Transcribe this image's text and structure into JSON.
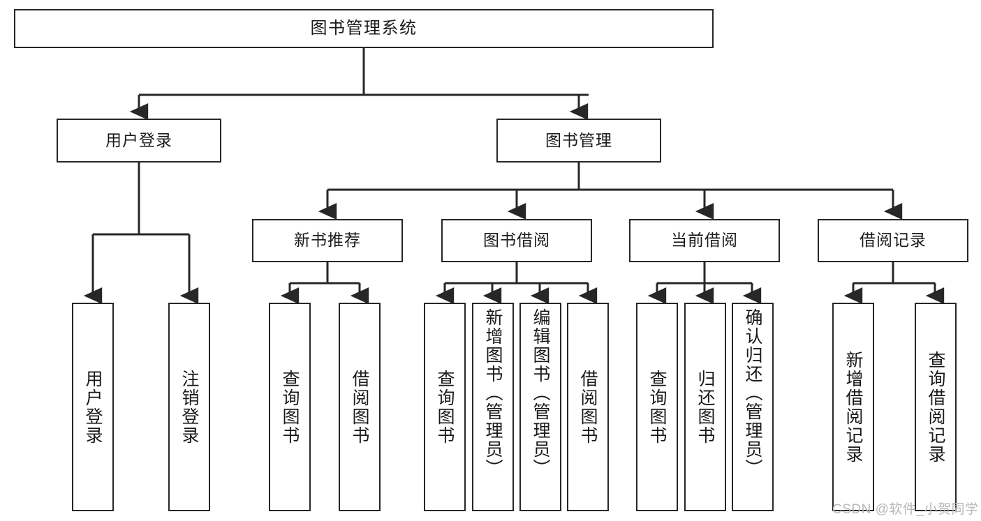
{
  "diagram": {
    "title": "图书管理系统",
    "type": "tree-hierarchy-diagram",
    "style": {
      "box_border_color": "#272727",
      "box_fill_color": "#ffffff",
      "connector_color": "#272727",
      "background_color": "#ffffff",
      "text_color": "#1a1a1a",
      "watermark_color": "#b9b9b9"
    },
    "root": {
      "label": "图书管理系统"
    },
    "level1": [
      {
        "label": "用户登录"
      },
      {
        "label": "图书管理"
      }
    ],
    "level2": [
      {
        "label": "新书推荐"
      },
      {
        "label": "图书借阅"
      },
      {
        "label": "当前借阅"
      },
      {
        "label": "借阅记录"
      }
    ],
    "leaves": {
      "user_login": [
        {
          "label": "用户登录"
        },
        {
          "label": "注销登录"
        }
      ],
      "new_book_recommend": [
        {
          "label": "查询图书"
        },
        {
          "label": "借阅图书"
        }
      ],
      "book_borrow": [
        {
          "label": "查询图书"
        },
        {
          "label": "新增图书（管理员）"
        },
        {
          "label": "编辑图书（管理员）"
        },
        {
          "label": "借阅图书"
        }
      ],
      "current_borrow": [
        {
          "label": "查询图书"
        },
        {
          "label": "归还图书"
        },
        {
          "label": "确认归还（管理员）"
        }
      ],
      "borrow_record": [
        {
          "label": "新增借阅记录"
        },
        {
          "label": "查询借阅记录"
        }
      ]
    },
    "watermark": "CSDN @软件_小贺同学"
  }
}
